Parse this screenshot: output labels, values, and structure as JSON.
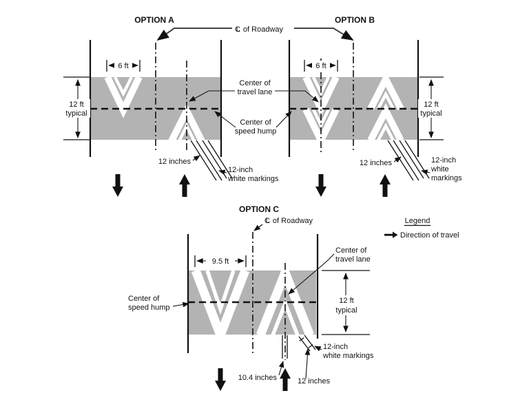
{
  "colors": {
    "hump_gray": "#b3b3b3",
    "ink": "#111111"
  },
  "titles": {
    "option_a": "OPTION A",
    "option_b": "OPTION B",
    "option_c": "OPTION C"
  },
  "labels": {
    "cl_c": "C",
    "cl_l": "L",
    "cl_rest": " of Roadway",
    "center_travel": [
      "Center of",
      "travel lane"
    ],
    "center_hump": [
      "Center of",
      "speed hump"
    ],
    "width_a": "6 ft",
    "width_b": "6 ft",
    "width_c": "9.5 ft",
    "height_typical": [
      "12 ft",
      "typical"
    ],
    "gap_12": "12 inches",
    "gap_104": "10.4 inches",
    "marking_two_line": [
      "12-inch",
      "white markings"
    ],
    "marking_three_line": [
      "12-inch",
      "white",
      "markings"
    ]
  },
  "legend": {
    "title": "Legend",
    "direction": "Direction of travel"
  }
}
